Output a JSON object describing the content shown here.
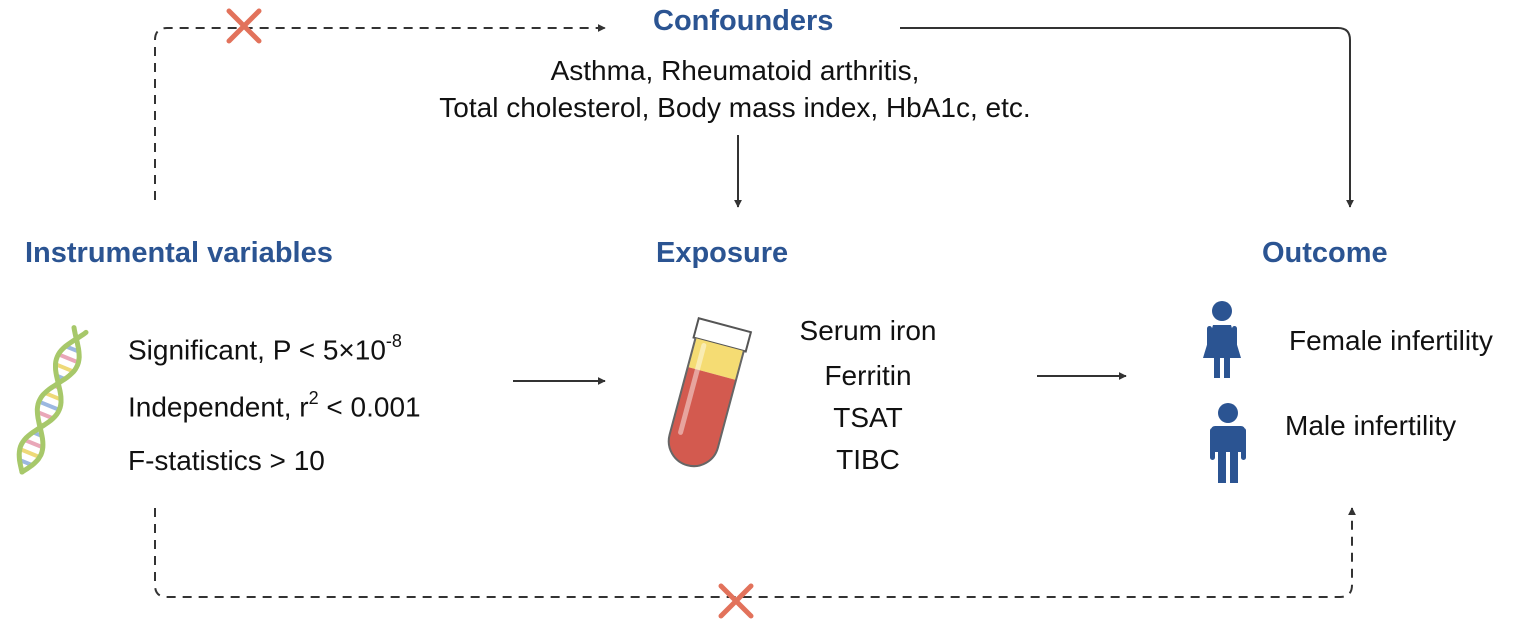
{
  "colors": {
    "heading": "#2B5492",
    "line": "#333333",
    "cross": "#E2725B",
    "person": "#2B5492",
    "tube_blood": "#D35A4F",
    "tube_serum": "#F5DC73",
    "dna_green": "#A7C86A",
    "dna_pink": "#E9A7B8",
    "dna_blue": "#9CB8E0",
    "dna_yellow": "#EED978"
  },
  "confounders": {
    "title": "Confounders",
    "line1": "Asthma, Rheumatoid arthritis,",
    "line2": "Total cholesterol, Body mass index, HbA1c, etc."
  },
  "instrumental": {
    "title": "Instrumental variables",
    "icon": "dna-icon",
    "c1": {
      "text": "Significant, P < 5×10",
      "sup": "-8"
    },
    "c2": {
      "text": "Independent, r",
      "sup": "2",
      "tail": " < 0.001"
    },
    "c3": "F-statistics > 10"
  },
  "exposure": {
    "title": "Exposure",
    "icon": "blood-tube-icon",
    "items": [
      "Serum iron",
      "Ferritin",
      "TSAT",
      "TIBC"
    ]
  },
  "outcome": {
    "title": "Outcome",
    "female": {
      "icon": "female-person-icon",
      "label": "Female infertility"
    },
    "male": {
      "icon": "male-person-icon",
      "label": "Male infertility"
    }
  }
}
